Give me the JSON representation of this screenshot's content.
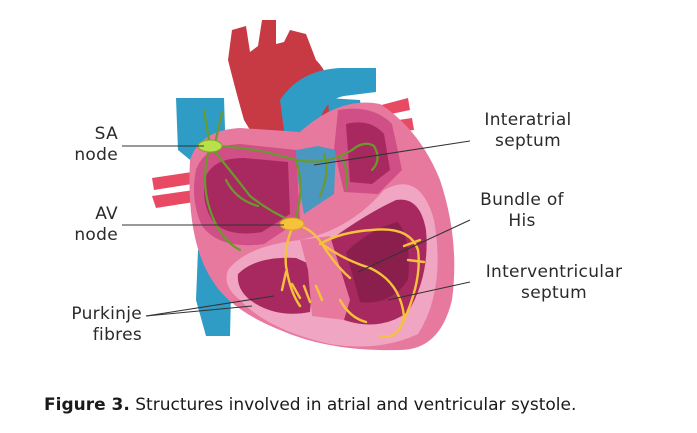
{
  "labels": {
    "sa_node": [
      "SA",
      "node"
    ],
    "av_node": [
      "AV",
      "node"
    ],
    "purkinje": [
      "Purkinje",
      "fibres"
    ],
    "interatrial": [
      "Interatrial",
      "septum"
    ],
    "bundle_his": [
      "Bundle of",
      "His"
    ],
    "interventricular": [
      "Interventricular",
      "septum"
    ]
  },
  "caption": {
    "bold": "Figure 3.",
    "text": " Structures involved in atrial and ventricular systole."
  },
  "colors": {
    "aorta": "#c73a44",
    "vessel_blue": "#2e9cc4",
    "vessel_red": "#e84a63",
    "heart_outer": "#e7799f",
    "heart_wall": "#cf4f86",
    "chamber": "#a8295f",
    "chamber_dark": "#8a1f4e",
    "myocardium_light": "#f0a6c2",
    "conduction_green": "#6a9a2e",
    "conduction_yellow": "#f7c23b",
    "sa_node": "#b8e04a",
    "av_node": "#f7c23b",
    "leader": "#333333"
  }
}
